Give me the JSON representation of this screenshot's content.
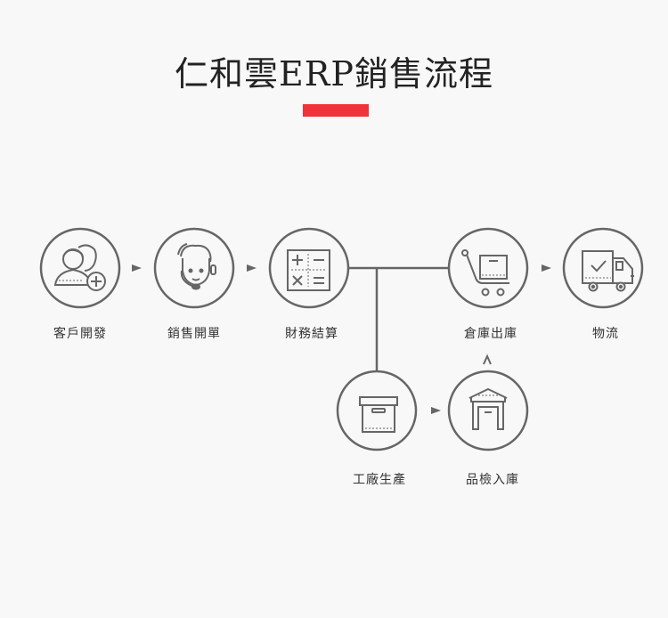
{
  "title": "仁和雲ERP銷售流程",
  "colors": {
    "accent": "#ef3338",
    "stroke": "#666666",
    "background": "#f8f8f8"
  },
  "steps": [
    {
      "id": "customer",
      "label": "客戶開發",
      "icon": "customer-add-icon"
    },
    {
      "id": "sales",
      "label": "銷售開單",
      "icon": "headset-agent-icon"
    },
    {
      "id": "finance",
      "label": "財務結算",
      "icon": "calculator-icon"
    },
    {
      "id": "warehouse",
      "label": "倉庫出庫",
      "icon": "cart-box-icon"
    },
    {
      "id": "logistics",
      "label": "物流",
      "icon": "delivery-truck-icon"
    },
    {
      "id": "factory",
      "label": "工廠生產",
      "icon": "box-icon"
    },
    {
      "id": "inspect",
      "label": "品檢入庫",
      "icon": "warehouse-icon"
    }
  ]
}
